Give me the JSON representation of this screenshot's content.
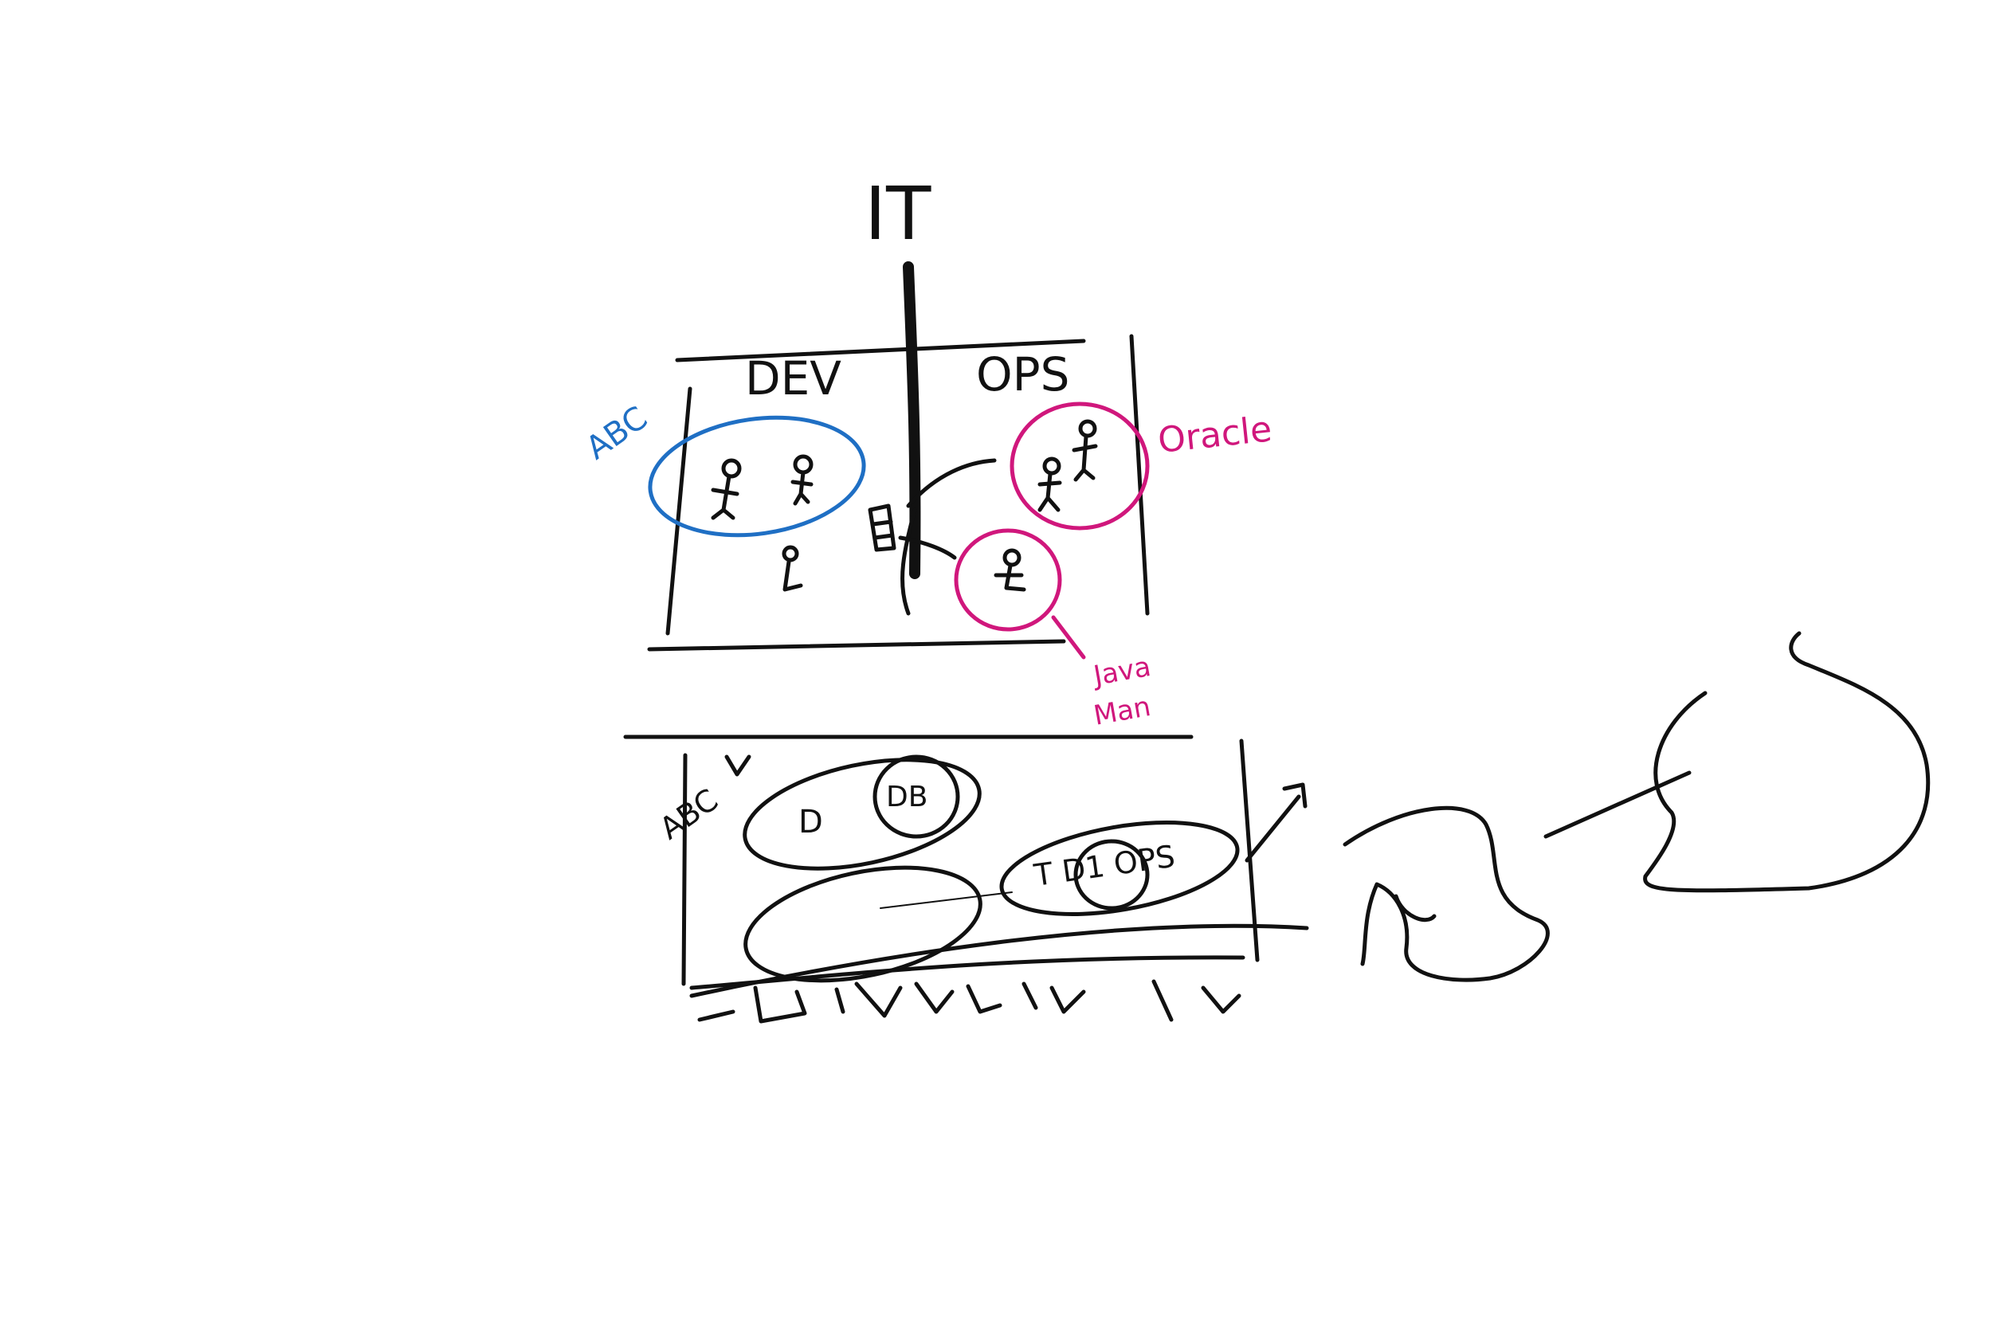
{
  "colors": {
    "ink": "#111111",
    "blue": "#1f6fc4",
    "magenta": "#d0177c",
    "background": "#ffffff"
  },
  "labels": {
    "it": "IT",
    "dev": "DEV",
    "ops": "OPS",
    "abc_top": "ABC",
    "oracle": "Oracle",
    "java_line1": "Java",
    "java_line2": "Man",
    "abc_bottom": "ABC",
    "t_mark": "T",
    "d_mark": "D",
    "db_mark": "DB",
    "td_ops": "T D1 OPS"
  }
}
